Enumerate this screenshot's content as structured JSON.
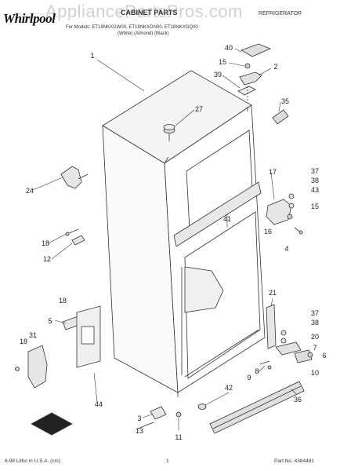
{
  "header": {
    "brand": "Whirlpool",
    "watermark": "AppliancePartsPros.com",
    "title": "CABINET PARTS",
    "doc_type": "REFRIGERATOR",
    "model_line": "For Models: ET18NKXGW00, ET18NKXGN00, ET18NKXGQ00",
    "color_line": "(White)        (Almond)        (Black)"
  },
  "parts": {
    "labels": [
      "1",
      "40",
      "15",
      "2",
      "39",
      "35",
      "27",
      "17",
      "37",
      "38",
      "43",
      "15",
      "24",
      "16",
      "4",
      "41",
      "18",
      "12",
      "18",
      "5",
      "21",
      "37",
      "38",
      "20",
      "7",
      "6",
      "10",
      "8",
      "9",
      "31",
      "18",
      "44",
      "42",
      "36",
      "3",
      "13",
      "11"
    ]
  },
  "footer": {
    "print_info": "6-98 Litho in U.S.A. (crs)",
    "page": "1",
    "part_no": "Part No. 4384481"
  }
}
